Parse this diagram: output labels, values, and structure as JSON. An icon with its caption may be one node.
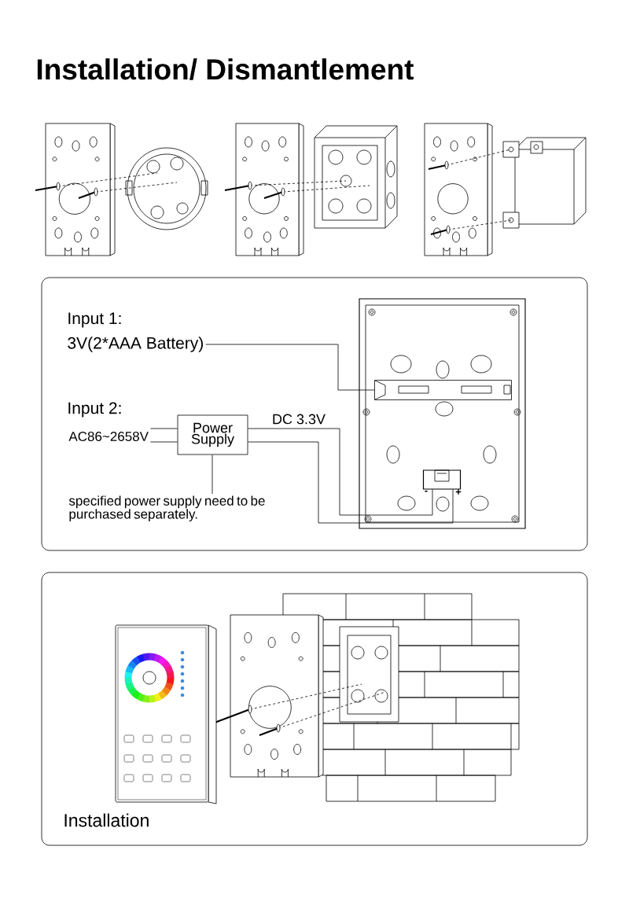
{
  "diagram": {
    "title": "Installation/ Dismantlement",
    "nodes": [
      {
        "text": [
          "3V(2*AAA Battery)"
        ]
      },
      {
        "text": [],
        "shape": "box"
      },
      {
        "text": [
          "AC86~2658V"
        ]
      },
      {
        "text": [
          "Power Supply"
        ]
      },
      {
        "text": [],
        "shape": "box"
      },
      {
        "text": [
          "specified power supply need to be purchased separately."
        ]
      }
    ],
    "edges": [
      {
        "from": 0,
        "to": 1,
        "arrow": "none"
      },
      {
        "from": 2,
        "to": 3,
        "arrow": "none"
      },
      {
        "from": 2,
        "to": 3,
        "arrow": "none"
      },
      {
        "from": 3,
        "to": 4,
        "arrow": "none",
        "label": "DC 3.3V"
      },
      {
        "from": 3,
        "to": 4,
        "arrow": "none"
      },
      {
        "from": 5,
        "to": 3,
        "arrow": "none"
      }
    ],
    "labels": [
      "Input 1:",
      "Input 2:",
      "-",
      "+",
      "Installation"
    ]
  }
}
